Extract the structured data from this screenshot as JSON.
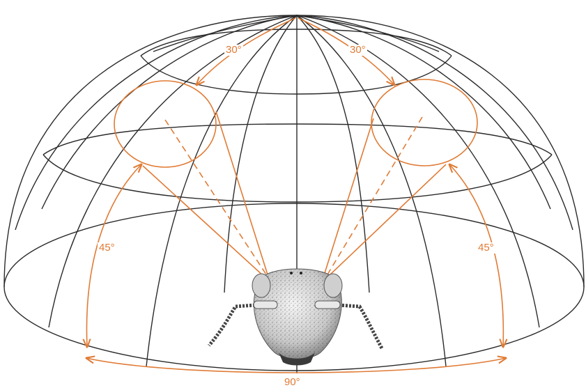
{
  "labels": {
    "top_left_angle": "30°",
    "top_right_angle": "30°",
    "left_elevation": "45°",
    "right_elevation": "45°",
    "bottom_span": "90°"
  },
  "colors": {
    "grid": "#2a2a2a",
    "accent": "#e07b35",
    "background": "#ffffff"
  },
  "icons": {
    "subject": "insect-head-icon"
  }
}
